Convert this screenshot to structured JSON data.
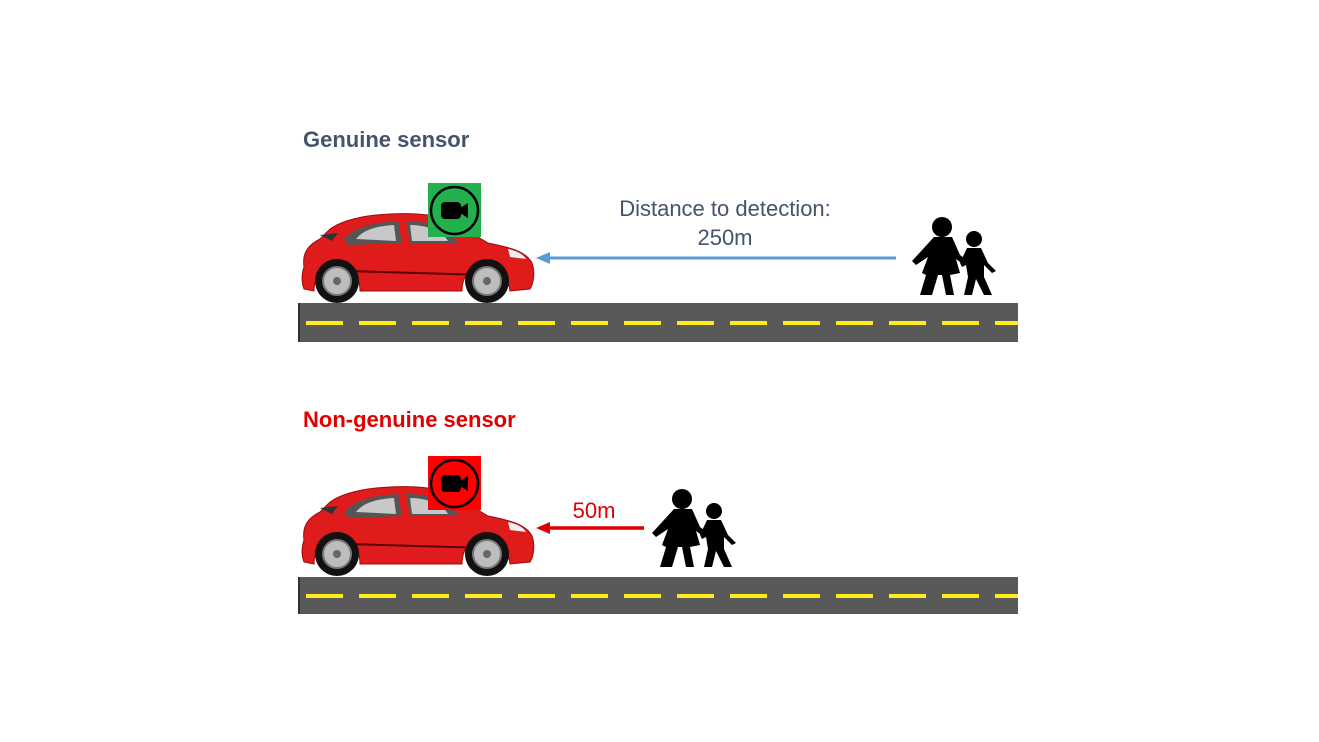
{
  "colors": {
    "genuine_title": "#44546a",
    "nongenuine_title": "#e00000",
    "genuine_badge": "#22b14c",
    "nongenuine_badge": "#ff0000",
    "genuine_arrow": "#5b9bd5",
    "nongenuine_arrow": "#e00000",
    "road": "#595959",
    "lane_marking": "#ffeb1a",
    "car_body": "#e01b1b",
    "silhouette": "#000000"
  },
  "scenarios": [
    {
      "id": "genuine",
      "title": "Genuine sensor",
      "sensor_icon": "video-camera-icon",
      "detection_label_line1": "Distance to detection:",
      "detection_label_line2": "250m",
      "distance_m": 250
    },
    {
      "id": "non-genuine",
      "title": "Non-genuine sensor",
      "sensor_icon": "video-camera-icon",
      "detection_label_line1": "50m",
      "distance_m": 50
    }
  ]
}
